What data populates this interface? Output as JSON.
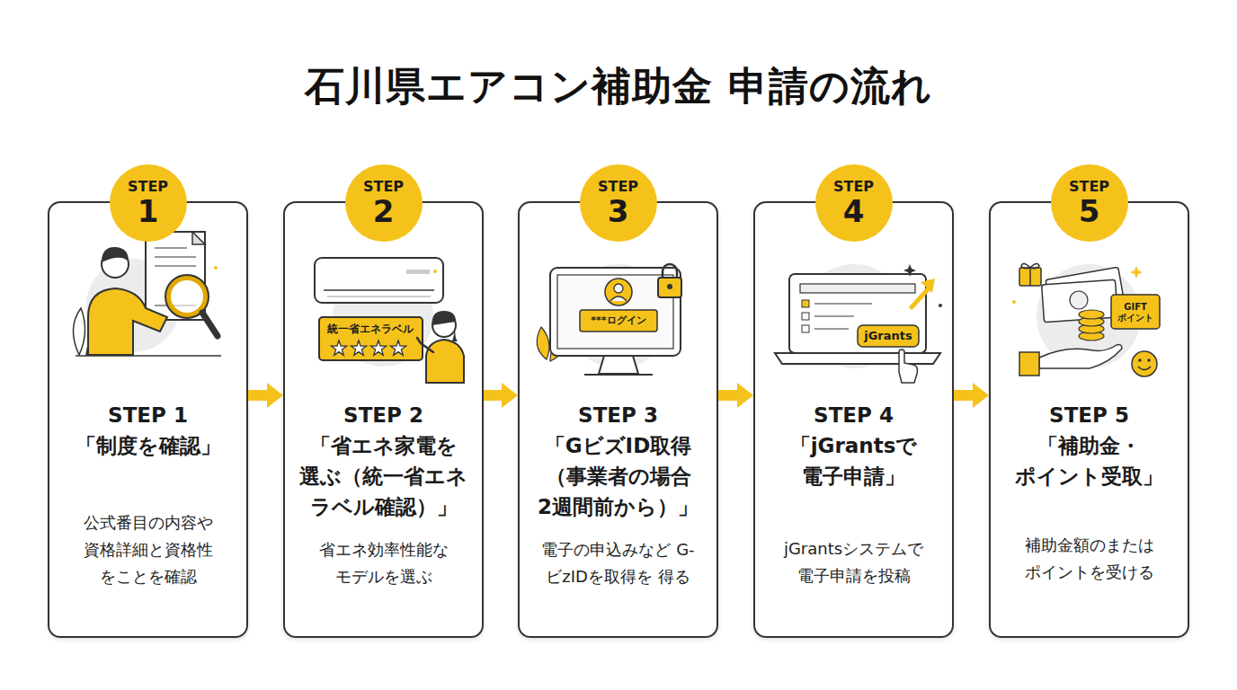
{
  "diagram": {
    "title": "石川県エアコン補助金 申請の流れ",
    "nodes": [
      {
        "text": [
          "STEP",
          "1"
        ]
      },
      {
        "text": [
          "STEP 1 「制度を確認」",
          "公式番目の内容や 資格詳細と資格性 をことを確認"
        ]
      },
      {
        "text": [
          "STEP",
          "2"
        ]
      },
      {
        "text": [
          "STEP 2 「省エネ家電を 選ぶ（統一省エネ ラベル確認）」",
          "省エネ効率性能な モデルを選ぶ"
        ]
      },
      {
        "text": [
          "STEP",
          "3"
        ]
      },
      {
        "text": [
          "STEP 3 「GビズID取得 （事業者の場合 2週間前から）」",
          "電子の申込みなど G-ビzIDを取得を 得る"
        ]
      },
      {
        "text": [
          "STEP",
          "4"
        ]
      },
      {
        "text": [
          "STEP 4 「jGrantsで 電子申請」",
          "jGrantsシステムで 電子申請を投稿"
        ]
      },
      {
        "text": [
          "STEP",
          "5"
        ]
      },
      {
        "text": [
          "STEP 5 「補助金・ ポイント受取」",
          "補助金額のまたは ポイントを受ける"
        ]
      }
    ],
    "edges": [
      {
        "from": 1,
        "to": 3,
        "arrow": "to"
      },
      {
        "from": 3,
        "to": 5,
        "arrow": "to"
      },
      {
        "from": 5,
        "to": 7,
        "arrow": "to"
      },
      {
        "from": 7,
        "to": 9,
        "arrow": "to"
      }
    ],
    "labels": [
      "統一省エネラベル",
      "***ログイン",
      "jGrants",
      "GIFT ポイント"
    ]
  }
}
